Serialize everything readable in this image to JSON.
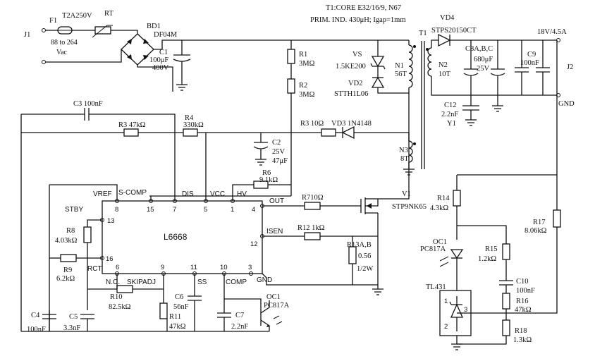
{
  "header": {
    "core": "T1:CORE E32/16/9, N67",
    "prim": "PRIM. IND. 430μH; Igap=1mm"
  },
  "input": {
    "j1": "J1",
    "range1": "88 to 264",
    "range2": "Vac",
    "f1": "F1",
    "fuse": "T2A250V",
    "rt": "RT",
    "bd1": "BD1",
    "bridge": "DF04M",
    "c1": "C1",
    "c1v1": "100μF",
    "c1v2": "400V"
  },
  "primary": {
    "r1": "R1",
    "r1v": "3MΩ",
    "r2": "R2",
    "r2v": "3MΩ",
    "vs": "VS",
    "vsv": "1.5KE200",
    "vd2": "VD2",
    "vd2v": "STTH1L06",
    "n1": "N1",
    "n1v": "56T",
    "t1": "T1",
    "c3": "C3 100nF",
    "r3": "R3 47kΩ",
    "r4": "R4",
    "r4v": "330kΩ",
    "r3b": "R3 10Ω",
    "vd3": "VD3 1N4148",
    "c2": "C2",
    "c2v1": "25V",
    "c2v2": "47μF",
    "n3": "N3",
    "n3v": "8T",
    "r6": "R6",
    "r6v": "9.1kΩ",
    "r7": "R710Ω",
    "v1": "V1",
    "v1v": "STP9NK65",
    "r12": "R12 1kΩ",
    "r13": "R13A,B",
    "r13v1": "0.56",
    "r13v2": "1/2W"
  },
  "ic": {
    "name": "L6668",
    "vref": "VREF",
    "scomp": "S-COMP",
    "dis": "DIS",
    "vcc": "VCC",
    "hv": "HV",
    "stby": "STBY",
    "out": "OUT",
    "isen": "ISEN",
    "rct": "RCT",
    "nc": "N.C.",
    "skipadj": "SKIPADJ",
    "ss": "SS",
    "comp": "COMP",
    "gnd": "GND",
    "p8": "8",
    "p15": "15",
    "p7": "7",
    "p5": "5",
    "p1": "1",
    "p4": "4",
    "p13": "13",
    "p16": "16",
    "p12": "12",
    "p6": "6",
    "p9": "9",
    "p11": "11",
    "p10": "10",
    "p3": "3"
  },
  "lowleft": {
    "r8": "R8",
    "r8v": "4.03kΩ",
    "r9": "R9",
    "r9v": "6.2kΩ",
    "r10": "R10",
    "r10v": "82.5kΩ",
    "c4": "C4",
    "c4v": "100nF",
    "c5": "C5",
    "c5v": "3.3nF",
    "c6": "C6",
    "c6v": "56nF",
    "r11": "R11",
    "r11v": "47kΩ",
    "c7": "C7",
    "c7v": "2.2nF",
    "oc1": "OC1",
    "oc1v": "PC817A"
  },
  "secondary": {
    "vd4": "VD4",
    "vd4v": "STPS20150CT",
    "n2": "N2",
    "n2v": "10T",
    "c8": "C8A,B,C",
    "c8v1": "680μF",
    "c8v2": "25V",
    "c9": "C9",
    "c9v": "100nF",
    "out": "18V/4.5A",
    "j2": "J2",
    "gnd": "GND",
    "c12": "C12",
    "c12v1": "2.2nF",
    "c12v2": "Y1",
    "r14": "R14",
    "r14v": "4.3kΩ",
    "oc1": "OC1",
    "oc1v": "PC817A",
    "r15": "R15",
    "r15v": "1.2kΩ",
    "c10": "C10",
    "c10v": "100nF",
    "r16": "R16",
    "r16v": "47kΩ",
    "r17": "R17",
    "r17v": "8.06kΩ",
    "tl": "TL431",
    "tl1": "1",
    "tl2": "2",
    "tl3": "3",
    "r18": "R18",
    "r18v": "1.3kΩ"
  }
}
